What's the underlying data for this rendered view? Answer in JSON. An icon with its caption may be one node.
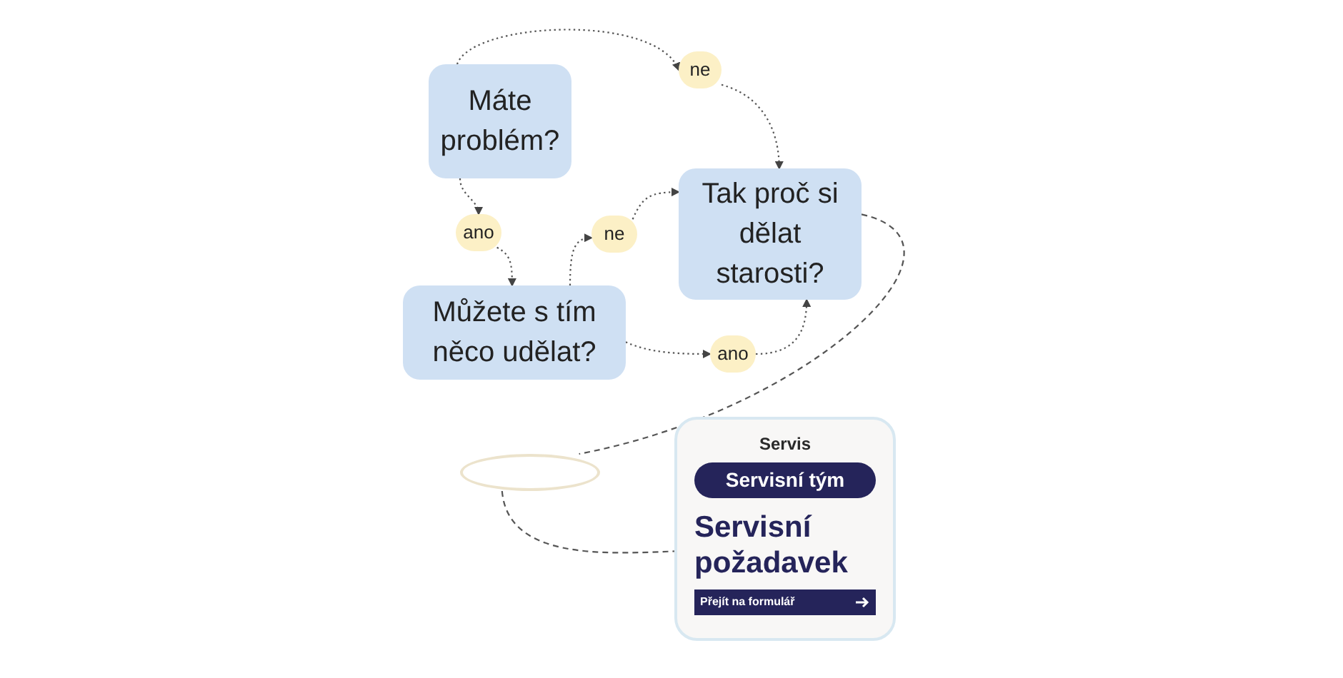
{
  "diagram": {
    "nodes": [
      {
        "text": [
          "Máte problém?"
        ]
      },
      {
        "text": [
          "Tak proč si dělat starosti?"
        ]
      },
      {
        "text": [
          "Můžete s tím něco udělat?"
        ]
      },
      {
        "text": [
          "ne"
        ]
      },
      {
        "text": [
          "ano"
        ]
      },
      {
        "text": [
          "ne"
        ]
      },
      {
        "text": [
          "ano"
        ]
      },
      {
        "text": [],
        "shape": "ellipse"
      },
      {
        "text": [
          "Servis",
          "Servisní tým",
          "Servisní požadavek",
          "Přejít na formulář"
        ]
      }
    ],
    "edges": [
      {
        "from": 0,
        "to": 3,
        "arrow": "to"
      },
      {
        "from": 3,
        "to": 1,
        "arrow": "to"
      },
      {
        "from": 0,
        "to": 4,
        "arrow": "to"
      },
      {
        "from": 4,
        "to": 2,
        "arrow": "to"
      },
      {
        "from": 2,
        "to": 5,
        "arrow": "to"
      },
      {
        "from": 5,
        "to": 1,
        "arrow": "to"
      },
      {
        "from": 2,
        "to": 6,
        "arrow": "to"
      },
      {
        "from": 6,
        "to": 1,
        "arrow": "to"
      },
      {
        "from": 1,
        "to": 7,
        "arrow": "none",
        "style": "dashed"
      },
      {
        "from": 7,
        "to": 8,
        "arrow": "none",
        "style": "dashed"
      }
    ]
  }
}
